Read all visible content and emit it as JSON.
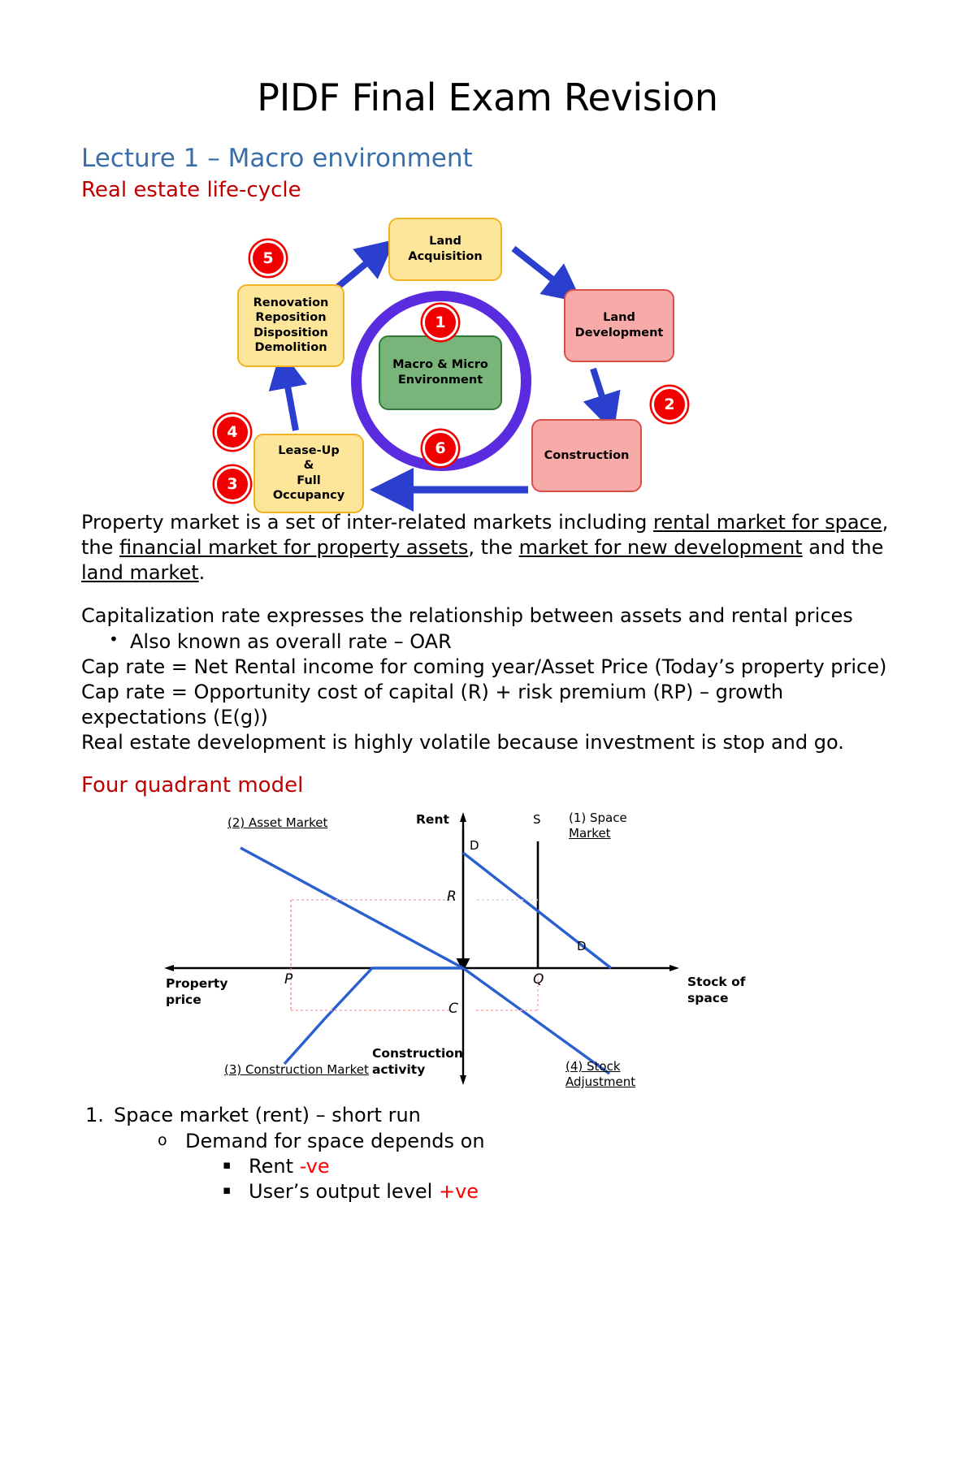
{
  "document": {
    "title": "PIDF Final Exam Revision",
    "lecture_heading": "Lecture 1 – Macro environment",
    "section_life_cycle": "Real estate life-cycle",
    "section_four_quadrant": "Four quadrant model"
  },
  "life_cycle_diagram": {
    "center_box": "Macro & Micro\nEnvironment",
    "center_line1": "Macro & Micro",
    "center_line2": "Environment",
    "boxes": {
      "land_acquisition_l1": "Land",
      "land_acquisition_l2": "Acquisition",
      "land_development_l1": "Land",
      "land_development_l2": "Development",
      "construction": "Construction",
      "lease_l1": "Lease-Up",
      "lease_l2": "&",
      "lease_l3": "Full",
      "lease_l4": "Occupancy",
      "renovation_l1": "Renovation",
      "renovation_l2": "Reposition",
      "renovation_l3": "Disposition",
      "renovation_l4": "Demolition"
    },
    "badges": [
      "1",
      "2",
      "3",
      "4",
      "5",
      "6"
    ],
    "colors": {
      "yellow_fill": "#fde699",
      "yellow_border": "#f0b323",
      "pink_fill": "#f7aaa7",
      "pink_border": "#d94f4c",
      "green_fill": "#79b47a",
      "green_border": "#2f7a33",
      "ring": "#5b2be0",
      "badge": "#f20000",
      "arrow": "#2b3fcf"
    }
  },
  "paragraphs": {
    "property_market_1": "Property market is a set of inter-related markets including ",
    "property_market_u1": "rental market for space",
    "property_market_2": ", the ",
    "property_market_u2": "financial market for property assets",
    "property_market_3": ", the ",
    "property_market_u3": "market for new development",
    "property_market_4": " and the ",
    "property_market_u4": "land market",
    "property_market_5": ".",
    "cap_intro": "Capitalization rate expresses the relationship between assets and rental prices",
    "cap_bullet": "Also known as overall rate – OAR",
    "cap_formula_1": "Cap rate = Net Rental income for coming year/Asset Price (Today’s property price)",
    "cap_formula_2": "Cap rate = Opportunity cost of capital (R) + risk premium (RP) – growth expectations (E(g))",
    "volatile": "Real estate development is highly volatile because investment is stop and go."
  },
  "chart_data": {
    "type": "line",
    "title": "Four quadrant model",
    "quadrant_labels": {
      "q1": "(1) Space Market",
      "q1_l1": "(1) Space",
      "q1_l2": "Market",
      "q2": "(2) Asset Market",
      "q3": "(3) Construction Market",
      "q4": "(4) Stock Adjustment",
      "q4_l1": "(4) Stock",
      "q4_l2": "Adjustment"
    },
    "axis_labels": {
      "top": "Rent",
      "right_l1": "Stock of",
      "right_l2": "space",
      "left_l1": "Property",
      "left_l2": "price",
      "bottom_l1": "Construction",
      "bottom_l2": "activity"
    },
    "curve_labels": {
      "supply": "S",
      "demand_top": "D",
      "demand_end": "D",
      "asset_price_line": "",
      "rent_level": "R",
      "price_level": "P",
      "stock_level": "Q",
      "construction_level": "C"
    },
    "equilibrium": {
      "rent": "R",
      "price": "P",
      "stock": "Q",
      "construction": "C"
    },
    "series": [
      {
        "name": "Space market demand (D)",
        "quadrant": 1,
        "note": "downward sloping from Rent axis to Stock axis"
      },
      {
        "name": "Space market supply (S)",
        "quadrant": 1,
        "note": "vertical at stock Q"
      },
      {
        "name": "Asset market cap-rate line",
        "quadrant": 2,
        "note": "downward sloping from upper-left to origin"
      },
      {
        "name": "Construction cost line",
        "quadrant": 3,
        "note": "upward sloping from lower-left kinked at price P"
      },
      {
        "name": "Stock adjustment line",
        "quadrant": 4,
        "note": "downward sloping from origin to lower-right"
      }
    ],
    "grid": false,
    "legend_position": "corners"
  },
  "outline": {
    "item1_num": "1.",
    "item1": "Space market (rent) – short run",
    "item2_mark": "o",
    "item2": "Demand for space depends on",
    "item3_mark": "▪",
    "item3_text": "Rent ",
    "item3_red": "-ve",
    "item4_mark": "▪",
    "item4_text": "User’s output level ",
    "item4_red": "+ve"
  }
}
